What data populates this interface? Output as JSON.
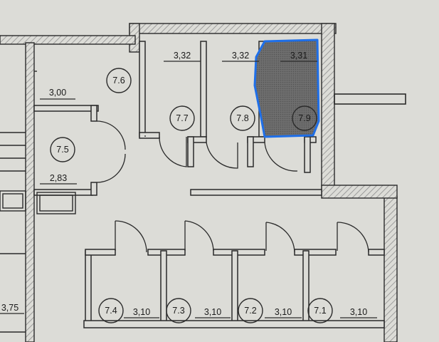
{
  "plan": {
    "colors": {
      "paper": "#dcdcd7",
      "line": "#2a2a2a",
      "hatch": "#8e8e8e",
      "highlight_stroke": "#1f6fe8",
      "highlight_fill": "#6b6b6b"
    },
    "rooms": [
      {
        "id": "7.1",
        "area": "3,10"
      },
      {
        "id": "7.2",
        "area": "3,10"
      },
      {
        "id": "7.3",
        "area": "3,10"
      },
      {
        "id": "7.4",
        "area": "3,10"
      },
      {
        "id": "7.5",
        "area": "2,83"
      },
      {
        "id": "7.6",
        "area": "3,00"
      },
      {
        "id": "7.7",
        "area": "3,32"
      },
      {
        "id": "7.8",
        "area": "3,32"
      },
      {
        "id": "7.9",
        "area": "3,31"
      }
    ],
    "other_labels": {
      "left_room_area": "3,75"
    },
    "highlighted_room": "7.9"
  }
}
